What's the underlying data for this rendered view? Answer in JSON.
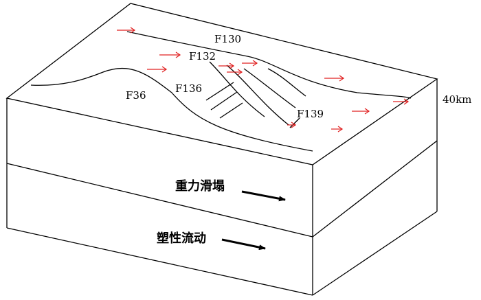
{
  "faults": {
    "f130": "F130",
    "f132": "F132",
    "f136": "F136",
    "f36": "F36",
    "f139": "F139"
  },
  "depth_label": "40km",
  "layers": {
    "upper": "重力滑塌",
    "lower": "塑性流动"
  },
  "colors": {
    "flow_arrow": "#e02020",
    "line": "#000000"
  }
}
